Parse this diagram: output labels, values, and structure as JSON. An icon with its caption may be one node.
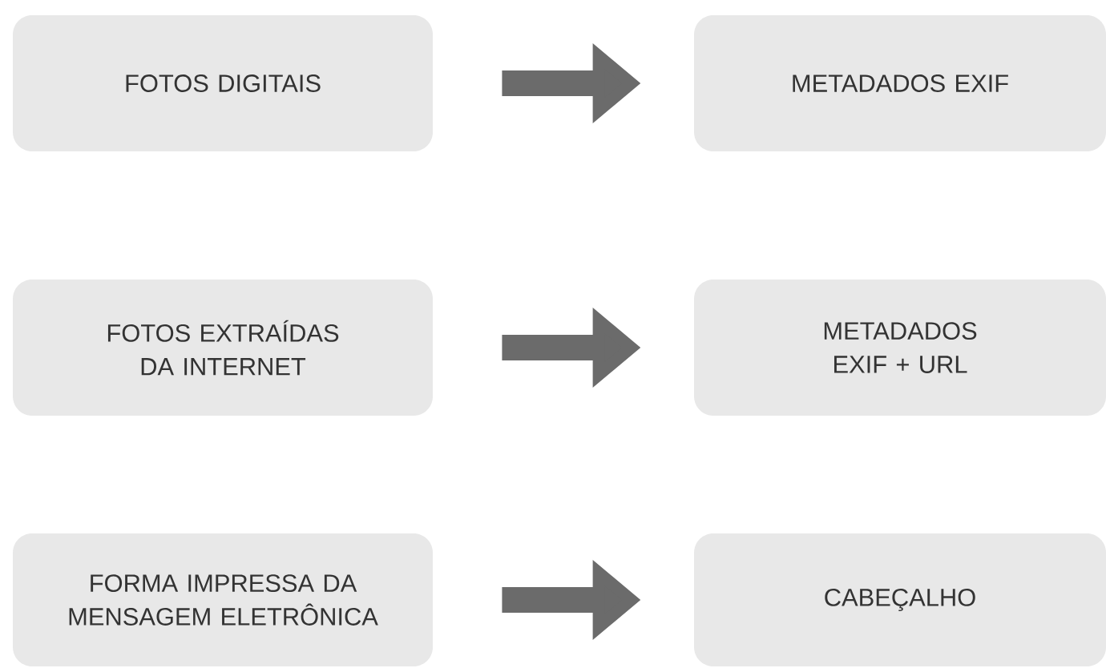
{
  "diagram": {
    "nodes": [
      {
        "text": [
          "FOTOS DIGITAIS"
        ]
      },
      {
        "text": [
          "METADADOS EXIF"
        ]
      },
      {
        "text": [
          "FOTOS EXTRAÍDAS DA INTERNET"
        ]
      },
      {
        "text": [
          "METADADOS EXIF + URL"
        ]
      },
      {
        "text": [
          "FORMA IMPRESSA DA MENSAGEM ELETRÔNICA"
        ]
      },
      {
        "text": [
          "CABEÇALHO"
        ]
      }
    ],
    "edges": [
      {
        "from": 0,
        "to": 1,
        "arrow": "to"
      },
      {
        "from": 2,
        "to": 3,
        "arrow": "to"
      },
      {
        "from": 4,
        "to": 5,
        "arrow": "to"
      }
    ]
  }
}
